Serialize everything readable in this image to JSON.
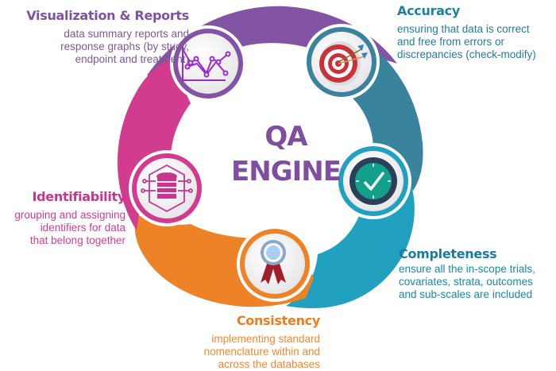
{
  "center": {
    "line1": "QA",
    "line2": "ENGINE"
  },
  "colors": {
    "purple": "#8454a4",
    "teal_dark": "#3a839d",
    "teal_light": "#22a0c0",
    "orange": "#ee8227",
    "magenta": "#d13c8f",
    "center_text": "#7e4fa0"
  },
  "segments": [
    {
      "id": "visualization",
      "title": "Visualization & Reports",
      "description": [
        "data summary reports and",
        "response graphs (by study,",
        "endpoint and treatment)"
      ],
      "icon": "line-chart-icon",
      "color": "#7f51a0",
      "desc_color": "#7a5a98"
    },
    {
      "id": "accuracy",
      "title": "Accuracy",
      "description": [
        "ensuring that data is correct",
        "and free from errors or",
        "discrepancies (check-modify)"
      ],
      "icon": "target-icon",
      "color": "#1f7fa0",
      "desc_color": "#237c9a"
    },
    {
      "id": "completeness",
      "title": "Completeness",
      "description": [
        "ensure all the in-scope trials,",
        "covariates, strata, outcomes",
        "and sub-scales are included"
      ],
      "icon": "clock-check-icon",
      "color": "#1a7aa0",
      "desc_color": "#1f86a8"
    },
    {
      "id": "consistency",
      "title": "Consistency",
      "description": [
        "implementing standard",
        "nomenclature within and",
        "across the databases"
      ],
      "icon": "award-ribbon-icon",
      "color": "#ea7d22",
      "desc_color": "#ec8a36"
    },
    {
      "id": "identifiability",
      "title": "Identifiability",
      "description": [
        "grouping and assigning",
        "identifiers for data",
        "that belong together"
      ],
      "icon": "database-circuit-icon",
      "color": "#c9358c",
      "desc_color": "#cf3f92"
    }
  ]
}
